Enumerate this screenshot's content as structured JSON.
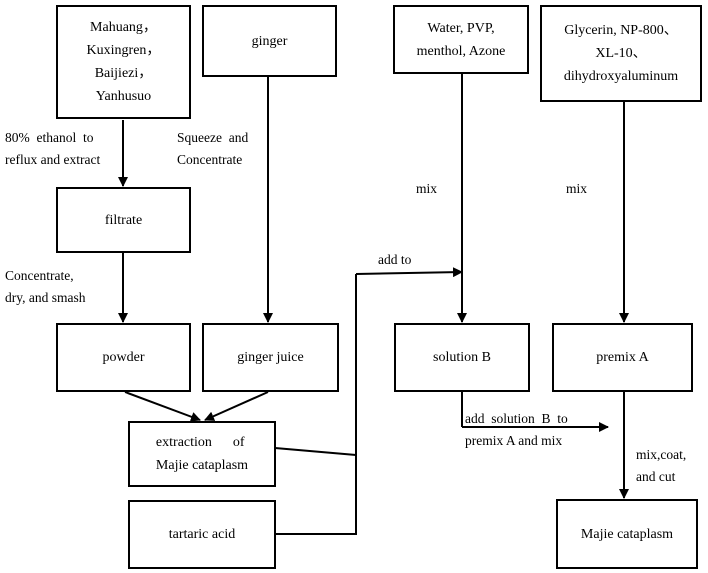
{
  "boxes": {
    "herbs": [
      "Mahuang，",
      "Kuxingren，",
      "Baijiezi，",
      "Yanhusuo"
    ],
    "ginger": "ginger",
    "water": [
      "Water, PVP,",
      "menthol, Azone"
    ],
    "glycerin": [
      "Glycerin, NP-800、",
      "XL-10、",
      "dihydroxyaluminum"
    ],
    "filtrate": "filtrate",
    "powder": "powder",
    "ginger_juice": "ginger juice",
    "solution_b": "solution B",
    "premix_a": "premix A",
    "extraction": [
      "extraction      of",
      "Majie cataplasm"
    ],
    "tartaric": "tartaric acid",
    "majie": "Majie cataplasm"
  },
  "labels": {
    "ethanol": [
      "80%  ethanol  to",
      "reflux and extract"
    ],
    "squeeze": [
      "Squeeze  and",
      "Concentrate"
    ],
    "mix_left": "mix",
    "mix_right": "mix",
    "concentrate": [
      "Concentrate,",
      "dry, and smash"
    ],
    "add_to": "add to",
    "add_solution": [
      "add  solution  B  to",
      "premix A and mix"
    ],
    "mix_coat": [
      "mix,coat,",
      "and cut"
    ]
  }
}
